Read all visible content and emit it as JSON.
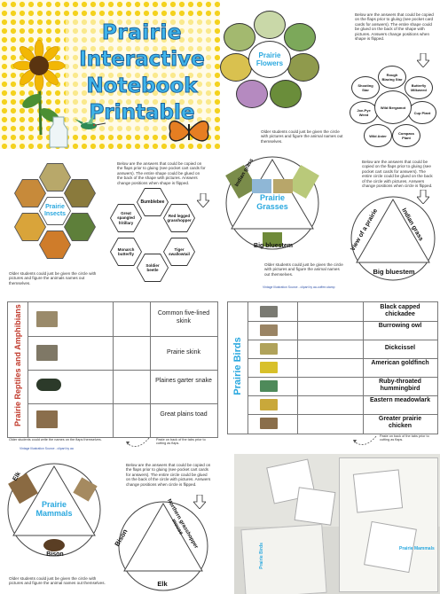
{
  "cover": {
    "title_lines": [
      "Prairie",
      "Interactive",
      "Notebook",
      "Printable"
    ]
  },
  "flowers": {
    "center_label": "Prairie\nFlowers",
    "note": "Below are the answers that could be copied on the flaps prior to gluing (see pocket card cards for answers). The entire shape could be glued on the back of the shape with pictures. Answers change positions when shape is flipped.",
    "names": [
      "Rough Blazing Star",
      "Butterfly Milkweed",
      "Cup Plant",
      "Compass Plant",
      "Wild Aster",
      "Shooting Star",
      "Joe-Pye Weed",
      "Wild Bergamot"
    ],
    "caption": "Older students could just be given the circle with pictures and figure the animal names out themselves."
  },
  "insects": {
    "center_label": "Prairie\nInsects",
    "note": "Below are the answers that could be copied on the flaps prior to gluing (see pocket cart cards for answers). The entire shape could be glued on the back of the shape with pictures. Answers change positions when shape is flipped.",
    "names": [
      "Bumblebee",
      "Great spangled fritillary",
      "Red legged grasshopper",
      "Monarch butterfly",
      "Tiger swallowtail",
      "Soldier beetle"
    ],
    "caption": "Older students could just be given the circle with pictures and figure the animals names out themselves."
  },
  "grasses": {
    "top_label": "Indian grass",
    "center_label": "Prairie\nGrasses",
    "bottom_label": "Big bluestem",
    "note": "Below are the answers that could be copied on the flaps prior to gluing (see pocket cart cards for answers). The entire circle could be glued on the back of the circle with pictures. Answers change positions when circle is flipped.",
    "answer_left": "View of a prairie",
    "answer_right": "Indian grass",
    "answer_bottom": "Big bluestem",
    "caption": "Older students could just be given the circle with pictures and figure the animal names out themselves.",
    "credit": "Vintage Illustration Source - clipart by aa-coffee-stamp"
  },
  "reptiles": {
    "vertical_title": "Prairie Reptiles and Amphibians",
    "names": [
      "Common five-lined skink",
      "Prairie skink",
      "Plaines garter snake",
      "Great plains toad"
    ],
    "caption_left": "Older students could write the names on the flaps themselves.",
    "caption_right": "Paste on back of the tabs prior to cutting as flaps.",
    "credit": "Vintage Illustration Source - clipart by aa"
  },
  "birds": {
    "vertical_title": "Prairie Birds",
    "names": [
      "Black capped chickadee",
      "Burrowing owl",
      "Dickcissel",
      "American goldfinch",
      "Ruby-throated hummingbird",
      "Eastern meadowlark",
      "Greater prairie chicken"
    ],
    "caption": "Paste on back of the tabs prior to cutting as flaps."
  },
  "mammals": {
    "top_label": "Elk",
    "center_label": "Prairie\nMammals",
    "bottom_label": "Bison",
    "note": "Below are the answers that could be copied on the flaps prior to gluing (see pocket cart cards for answers). The entire circle could be glued on the back of the circle with pictures. Answers change positions when circle is flipped.",
    "answer_left": "Bison",
    "answer_right": "Northern grasshopper mouse",
    "answer_bottom": "Elk",
    "caption": "Older students could just be given the circle with pictures and figure the animal names out themselves."
  },
  "photo": {
    "labels": [
      "Prairie Birds",
      "Prairie Mammals"
    ]
  }
}
